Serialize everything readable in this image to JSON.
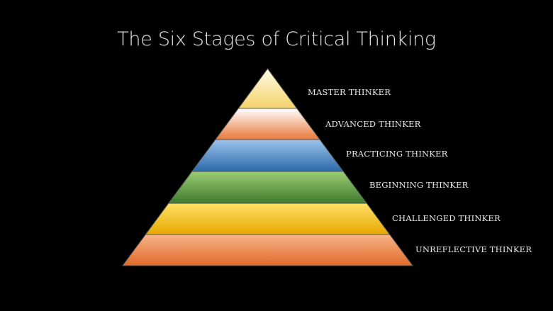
{
  "title": "The Six Stages of Critical Thinking",
  "stages": [
    {
      "label": "MASTER THINKER",
      "color_top": "#fffbe6",
      "color_bottom": "#f5d36a"
    },
    {
      "label": "ADVANCED THINKER",
      "color_top": "#ffffff",
      "color_bottom": "#e8783a"
    },
    {
      "label": "PRACTICING THINKER",
      "color_top": "#9cc3ea",
      "color_bottom": "#2d69ab"
    },
    {
      "label": "BEGINNING THINKER",
      "color_top": "#9bcc73",
      "color_bottom": "#3f7b2c"
    },
    {
      "label": "CHALLENGED THINKER",
      "color_top": "#ffe066",
      "color_bottom": "#e8a800"
    },
    {
      "label": "UNREFLECTIVE THINKER",
      "color_top": "#f8b48a",
      "color_bottom": "#e06a2a"
    }
  ]
}
